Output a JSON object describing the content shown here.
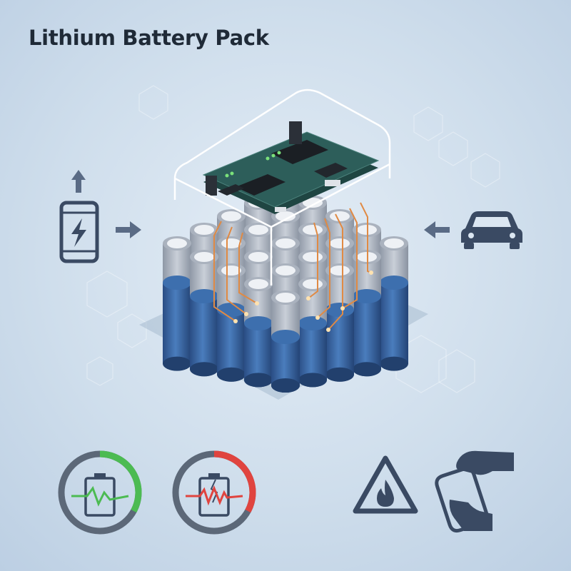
{
  "title": "Lithium Battery Pack",
  "colors": {
    "icon": "#3a4a63",
    "arrow": "#5a6b85",
    "cell_top": "#b7bec8",
    "cell_blue": "#3d6fae",
    "cell_dark": "#2c4f86",
    "trace": "#e08a44",
    "pcb": "#2d5e5a",
    "health_good": "#4cbb52",
    "health_bad": "#e0443f",
    "gauge_track": "#5c6878"
  },
  "icons": {
    "phone": "phone-charging-icon",
    "car": "car-icon",
    "fire_warning": "fire-warning-icon",
    "device_handling": "hands-holding-device-icon",
    "battery_healthy": "battery-health-good-icon",
    "battery_damaged": "battery-health-damaged-icon"
  },
  "gauges": [
    {
      "name": "good",
      "level": 0.33
    },
    {
      "name": "bad",
      "level": 0.33
    }
  ]
}
